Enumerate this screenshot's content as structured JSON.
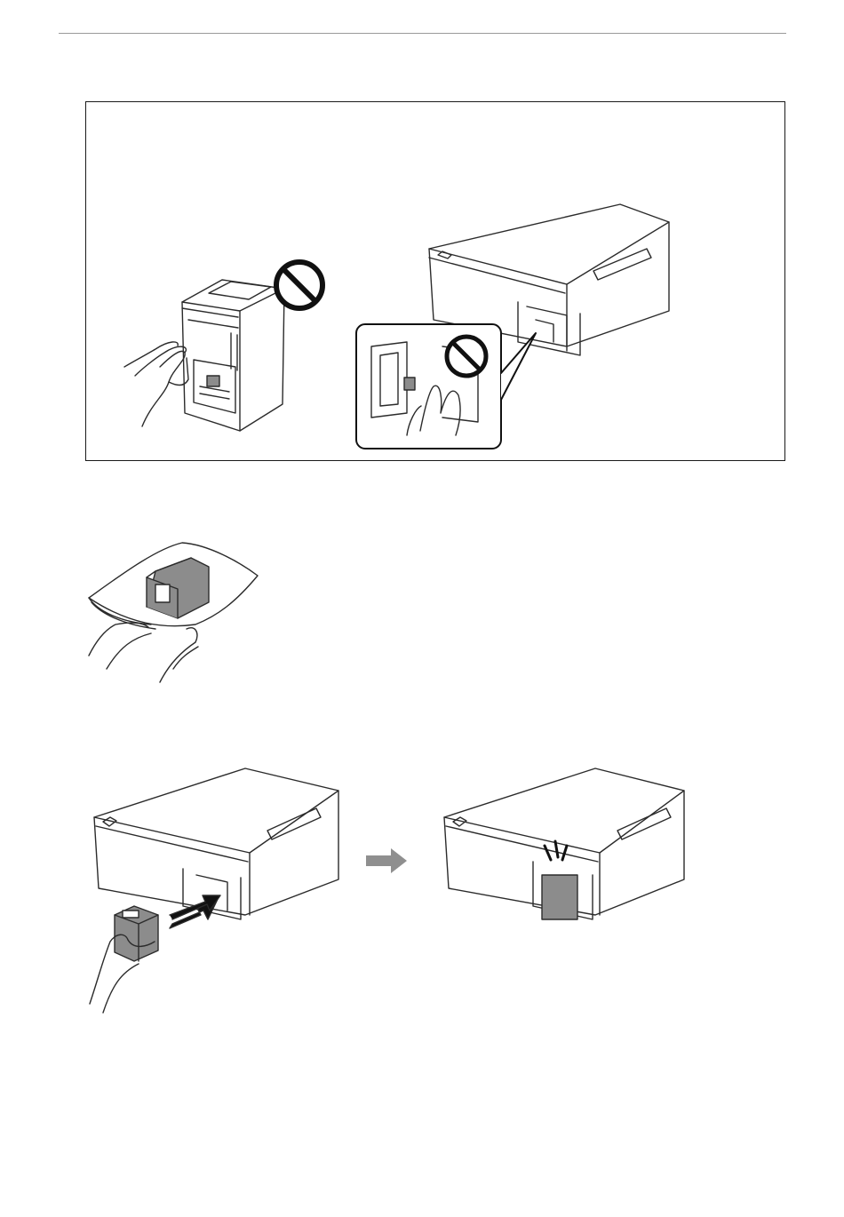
{
  "page": {
    "background": "#ffffff",
    "rule_color": "#9a9a9a",
    "line_color": "#2b2b2b",
    "fill_color": "#8c8c8c",
    "arrow_gray": "#8f8f8f"
  },
  "illustrations": [
    {
      "id": "caution",
      "icons": [
        "no-touch-icon",
        "no-touch-icon"
      ]
    },
    {
      "id": "unpack-box"
    },
    {
      "id": "insert-box"
    }
  ]
}
